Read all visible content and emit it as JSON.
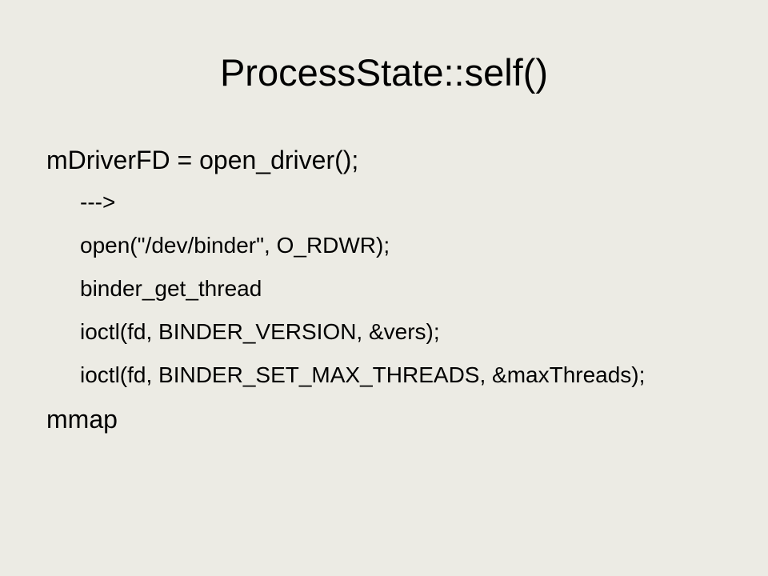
{
  "slide": {
    "title": "ProcessState::self()",
    "lines": [
      "mDriverFD = open_driver();",
      "--->",
      "open(\"/dev/binder\", O_RDWR);",
      "binder_get_thread",
      "ioctl(fd, BINDER_VERSION, &vers);",
      "ioctl(fd, BINDER_SET_MAX_THREADS, &maxThreads);",
      "mmap"
    ]
  },
  "colors": {
    "background": "#ecebe4",
    "text": "#000000"
  }
}
